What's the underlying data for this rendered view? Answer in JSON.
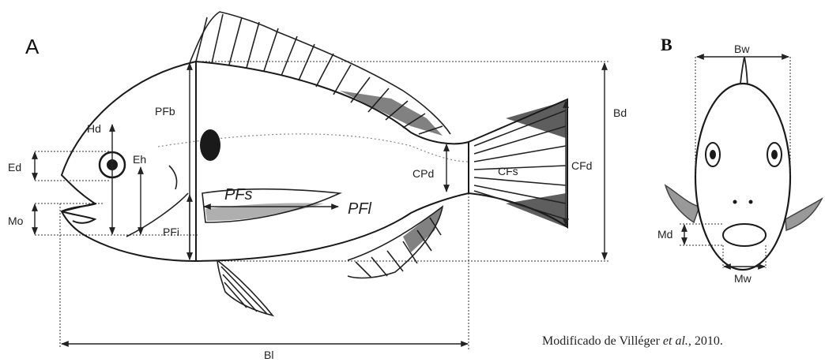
{
  "panels": {
    "a": "A",
    "b": "B"
  },
  "labels_a": {
    "hd": "Hd",
    "ed": "Ed",
    "eh": "Eh",
    "mo": "Mo",
    "pfb": "PFb",
    "pfi": "PFi",
    "pfs": "PFs",
    "pfl": "PFl",
    "bd": "Bd",
    "cpd": "CPd",
    "cfs": "CFs",
    "cfd": "CFd",
    "bl": "Bl"
  },
  "labels_b": {
    "bw": "Bw",
    "md": "Md",
    "mw": "Mw"
  },
  "caption": {
    "before": "Modificado de Villéger ",
    "italic": "et al.",
    "after": ", 2010."
  }
}
